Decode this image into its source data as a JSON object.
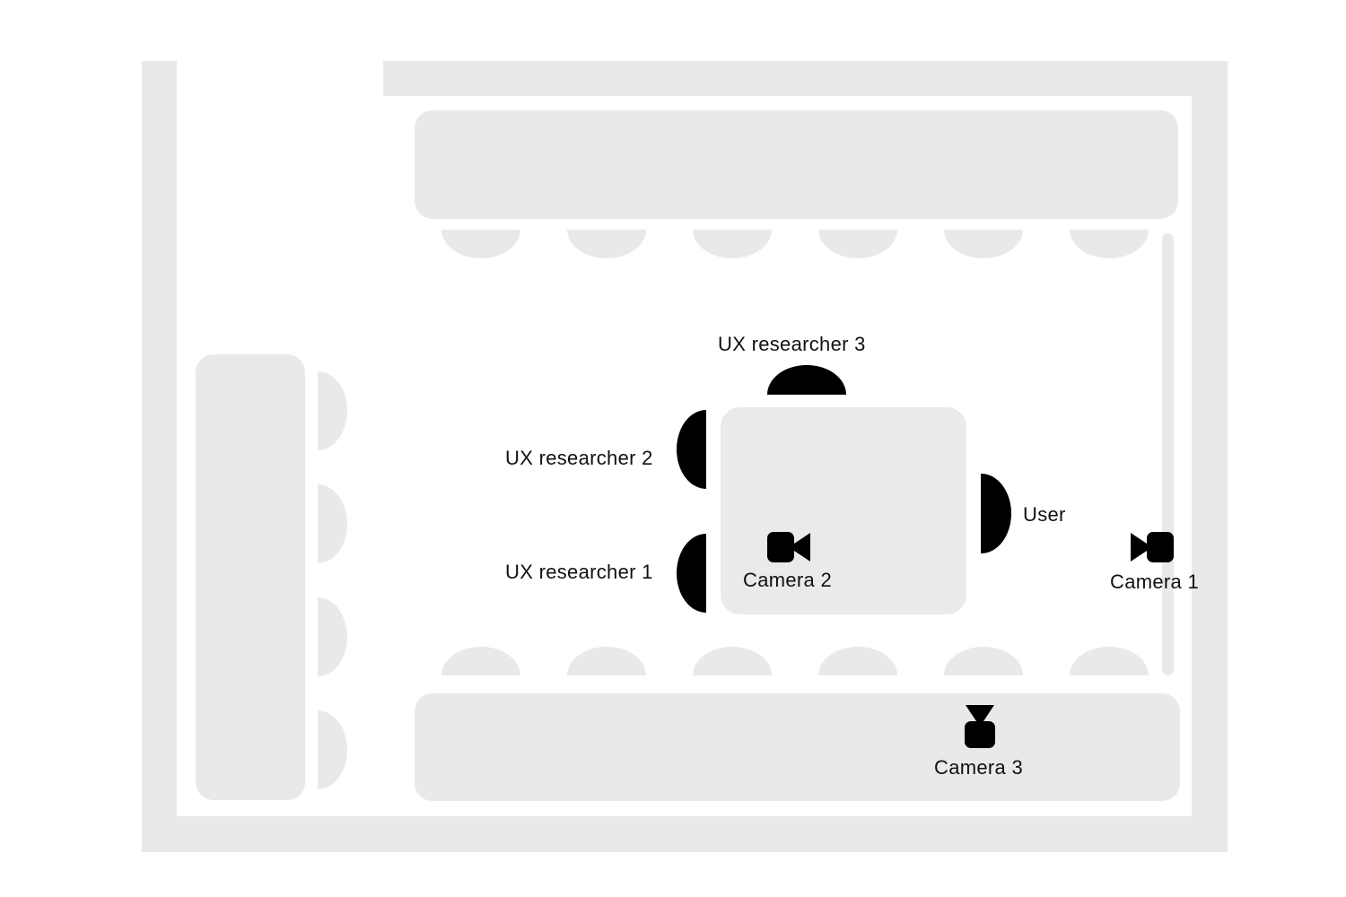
{
  "colors": {
    "furniture": "#e9e9e9",
    "person": "#000000",
    "label_text": "#111111",
    "background": "#ffffff"
  },
  "seats": [
    {
      "id": "ux-researcher-3",
      "label": "UX researcher 3",
      "side": "top-of-table"
    },
    {
      "id": "ux-researcher-2",
      "label": "UX researcher 2",
      "side": "left-of-table"
    },
    {
      "id": "ux-researcher-1",
      "label": "UX researcher 1",
      "side": "left-of-table"
    },
    {
      "id": "user",
      "label": "User",
      "side": "right-of-table"
    }
  ],
  "cameras": [
    {
      "id": "camera-1",
      "label": "Camera 1",
      "icon": "videocam-icon",
      "facing": "left"
    },
    {
      "id": "camera-2",
      "label": "Camera 2",
      "icon": "videocam-icon",
      "facing": "right"
    },
    {
      "id": "camera-3",
      "label": "Camera 3",
      "icon": "videocam-icon",
      "facing": "up"
    }
  ]
}
